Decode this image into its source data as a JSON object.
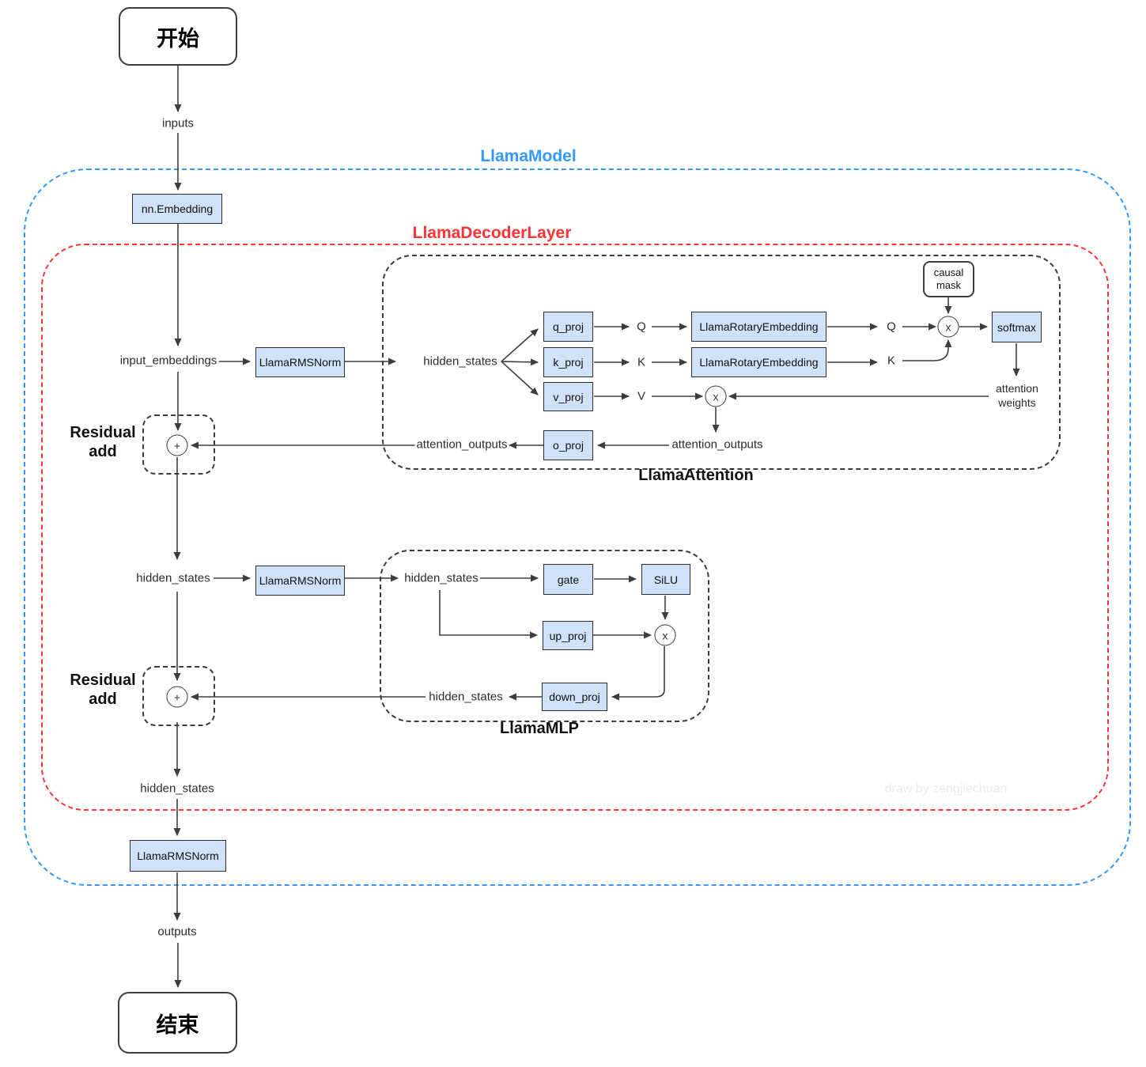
{
  "terminals": {
    "start": "开始",
    "end": "结束"
  },
  "containers": {
    "model": "LlamaModel",
    "decoder": "LlamaDecoderLayer",
    "attention": "LlamaAttention",
    "mlp": "LlamaMLP"
  },
  "blocks": {
    "nn_embedding": "nn.Embedding",
    "llama_rmsnorm": "LlamaRMSNorm",
    "q_proj": "q_proj",
    "k_proj": "k_proj",
    "v_proj": "v_proj",
    "o_proj": "o_proj",
    "llama_rotary_embedding": "LlamaRotaryEmbedding",
    "softmax": "softmax",
    "causal_mask_line1": "causal",
    "causal_mask_line2": "mask",
    "gate": "gate",
    "silu": "SiLU",
    "up_proj": "up_proj",
    "down_proj": "down_proj"
  },
  "flow_labels": {
    "inputs": "inputs",
    "input_embeddings": "input_embeddings",
    "hidden_states": "hidden_states",
    "attention_outputs": "attention_outputs",
    "outputs": "outputs",
    "q": "Q",
    "k": "K",
    "v": "V",
    "attention_weights_line1": "attention",
    "attention_weights_line2": "weights"
  },
  "operators": {
    "multiply": "x",
    "add": "+"
  },
  "annotations": {
    "residual_line1": "Residual",
    "residual_line2": "add",
    "watermark": "draw by zengjiechuan"
  },
  "colors": {
    "node_fill": "#cfe2f7",
    "node_border": "#2e2e2e",
    "model_outline": "#3399ff",
    "decoder_outline": "#ff3333",
    "inner_outline": "#3b3b3b",
    "arrow": "#3d3d3d",
    "watermark_text": "#ebebeb"
  }
}
